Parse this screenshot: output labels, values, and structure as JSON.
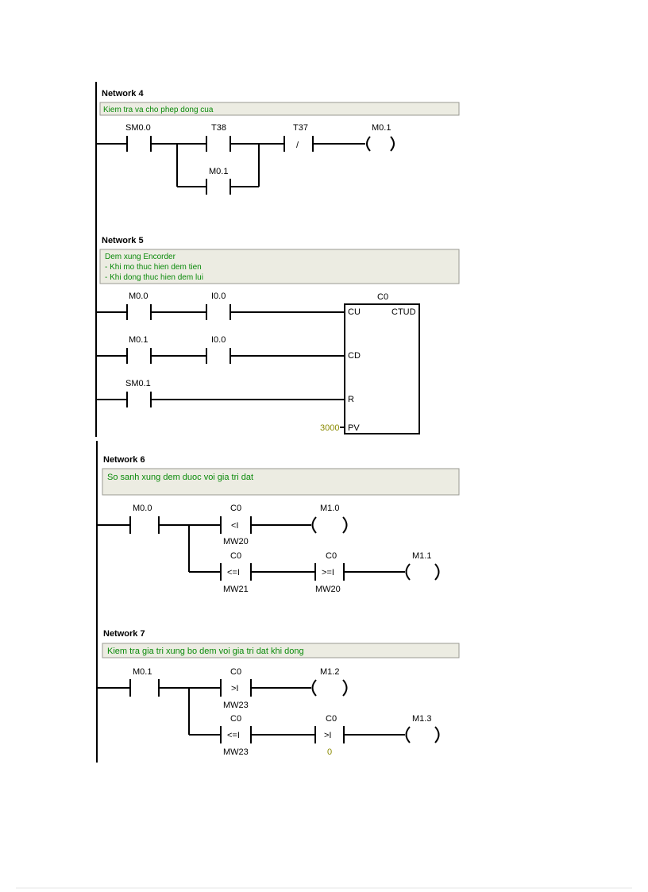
{
  "networks": [
    {
      "id": "n4",
      "title": "Network 4",
      "comment": [
        "Kiem tra va cho phep dong cua"
      ],
      "contacts": [
        {
          "id": "sm00",
          "label": "SM0.0",
          "type": "NO"
        },
        {
          "id": "t38",
          "label": "T38",
          "type": "NO"
        },
        {
          "id": "m01p",
          "label": "M0.1",
          "type": "NO"
        },
        {
          "id": "t37",
          "label": "T37",
          "type": "NC",
          "symbol": "/"
        }
      ],
      "coils": [
        {
          "id": "m01",
          "label": "M0.1"
        }
      ]
    },
    {
      "id": "n5",
      "title": "Network 5",
      "comment": [
        "Dem xung Encorder",
        "- Khi mo thuc hien dem tien",
        "- Khi dong thuc hien dem lui"
      ],
      "contacts": [
        {
          "id": "m00",
          "label": "M0.0",
          "type": "NO"
        },
        {
          "id": "i00a",
          "label": "I0.0",
          "type": "NO"
        },
        {
          "id": "m01",
          "label": "M0.1",
          "type": "NO"
        },
        {
          "id": "i00b",
          "label": "I0.0",
          "type": "NO"
        },
        {
          "id": "sm01",
          "label": "SM0.1",
          "type": "NO"
        }
      ],
      "counter": {
        "label": "C0",
        "kind": "CTUD",
        "pins": [
          "CU",
          "CD",
          "R",
          "PV"
        ],
        "pv_value": "3000"
      }
    },
    {
      "id": "n6",
      "title": "Network 6",
      "comment": [
        "So sanh xung dem duoc voi gia tri dat"
      ],
      "contacts": [
        {
          "id": "m00",
          "label": "M0.0",
          "type": "NO"
        }
      ],
      "comparators": [
        {
          "id": "c1",
          "top": "C0",
          "op": "<I",
          "bottom": "MW20"
        },
        {
          "id": "c2",
          "top": "C0",
          "op": "<=I",
          "bottom": "MW21"
        },
        {
          "id": "c3",
          "top": "C0",
          "op": ">=I",
          "bottom": "MW20"
        }
      ],
      "coils": [
        {
          "id": "m10",
          "label": "M1.0"
        },
        {
          "id": "m11",
          "label": "M1.1"
        }
      ]
    },
    {
      "id": "n7",
      "title": "Network 7",
      "comment": [
        "Kiem tra gia tri xung bo dem voi gia tri dat khi dong"
      ],
      "contacts": [
        {
          "id": "m01",
          "label": "M0.1",
          "type": "NO"
        }
      ],
      "comparators": [
        {
          "id": "c1",
          "top": "C0",
          "op": ">I",
          "bottom": "MW23"
        },
        {
          "id": "c2",
          "top": "C0",
          "op": "<=I",
          "bottom": "MW23"
        },
        {
          "id": "c3",
          "top": "C0",
          "op": ">I",
          "bottom": "0"
        }
      ],
      "coils": [
        {
          "id": "m12",
          "label": "M1.2"
        },
        {
          "id": "m13",
          "label": "M1.3"
        }
      ]
    }
  ],
  "colors": {
    "comment_text": "#0a8a0a",
    "constant_text": "#8a8a00",
    "comment_box_fill": "#ecece2",
    "line": "#000000"
  }
}
